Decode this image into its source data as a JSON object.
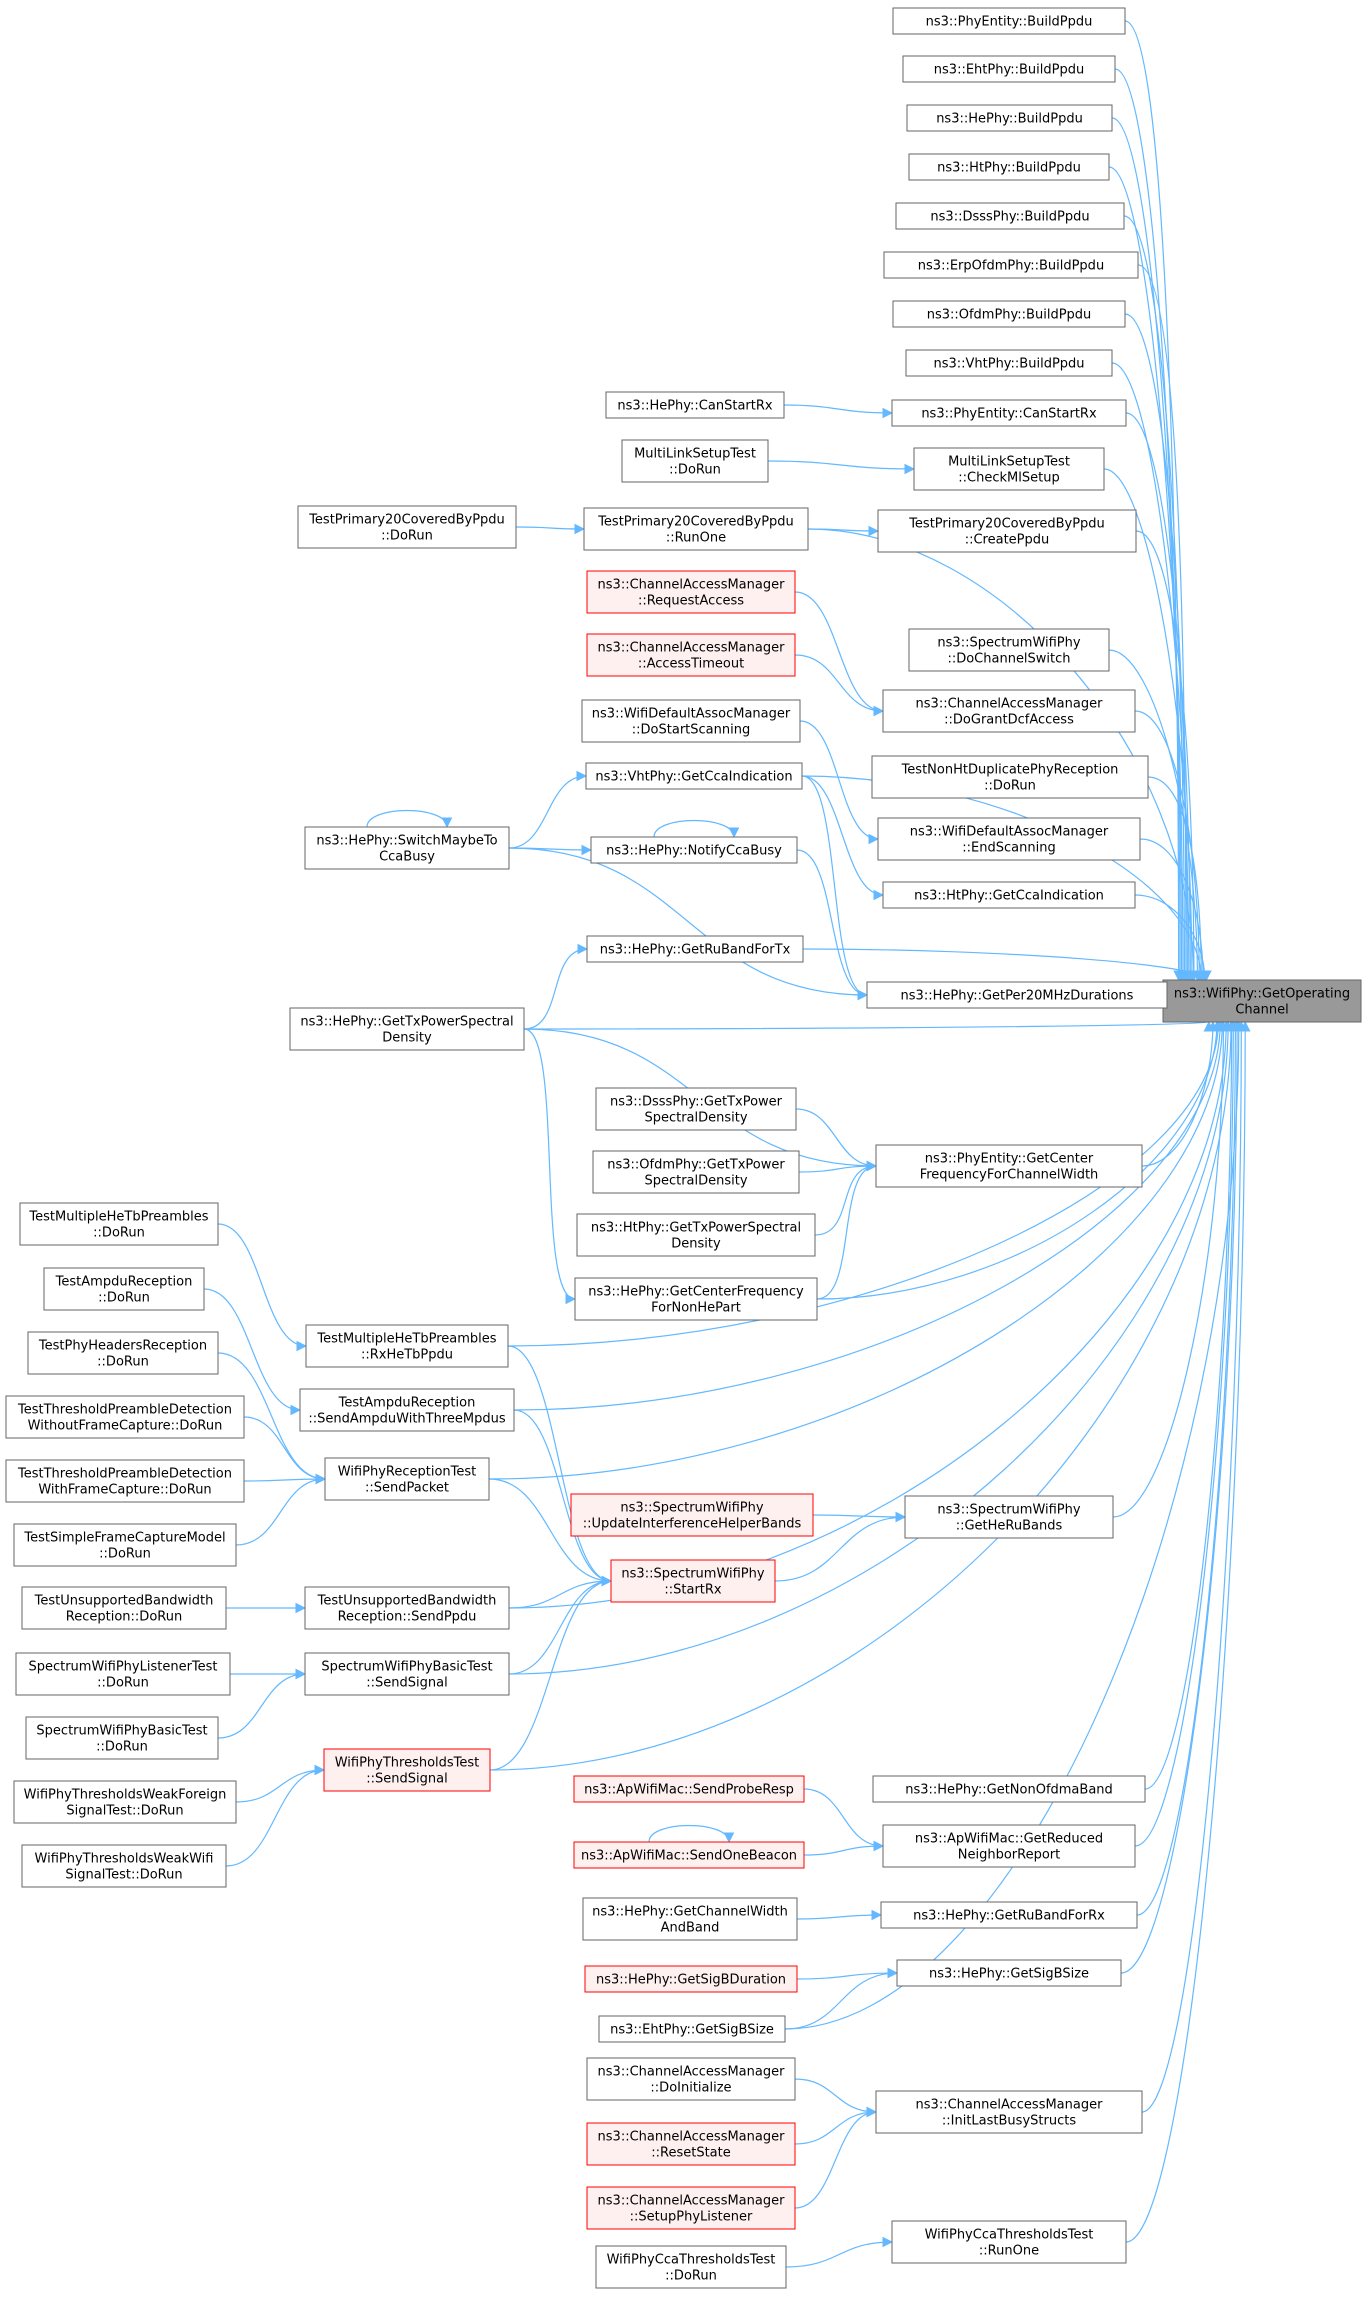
{
  "colors": {
    "edge": "#63b8ff",
    "node_border": "#666666",
    "node_fill": "#ffffff",
    "partial_border": "#ff0000",
    "partial_fill": "#fff0f0",
    "focus_fill": "#999999",
    "focus_border": "#666666"
  },
  "nodes": [
    {
      "id": "target",
      "lines": [
        "ns3::WifiPhy::GetOperating",
        "Channel"
      ],
      "style": "focus"
    },
    {
      "id": "c1",
      "lines": [
        "ns3::PhyEntity::BuildPpdu"
      ]
    },
    {
      "id": "c2",
      "lines": [
        "ns3::EhtPhy::BuildPpdu"
      ]
    },
    {
      "id": "c3",
      "lines": [
        "ns3::HePhy::BuildPpdu"
      ]
    },
    {
      "id": "c4",
      "lines": [
        "ns3::HtPhy::BuildPpdu"
      ]
    },
    {
      "id": "c5",
      "lines": [
        "ns3::DsssPhy::BuildPpdu"
      ]
    },
    {
      "id": "c6",
      "lines": [
        "ns3::ErpOfdmPhy::BuildPpdu"
      ]
    },
    {
      "id": "c7",
      "lines": [
        "ns3::OfdmPhy::BuildPpdu"
      ]
    },
    {
      "id": "c8",
      "lines": [
        "ns3::VhtPhy::BuildPpdu"
      ]
    },
    {
      "id": "c9",
      "lines": [
        "ns3::PhyEntity::CanStartRx"
      ]
    },
    {
      "id": "c10",
      "lines": [
        "MultiLinkSetupTest",
        "::CheckMlSetup"
      ]
    },
    {
      "id": "c11",
      "lines": [
        "TestPrimary20CoveredByPpdu",
        "::CreatePpdu"
      ]
    },
    {
      "id": "c12",
      "lines": [
        "ns3::SpectrumWifiPhy",
        "::DoChannelSwitch"
      ]
    },
    {
      "id": "c13",
      "lines": [
        "ns3::ChannelAccessManager",
        "::DoGrantDcfAccess"
      ]
    },
    {
      "id": "c14",
      "lines": [
        "TestNonHtDuplicatePhyReception",
        "::DoRun"
      ]
    },
    {
      "id": "c15",
      "lines": [
        "ns3::WifiDefaultAssocManager",
        "::EndScanning"
      ]
    },
    {
      "id": "c16",
      "lines": [
        "ns3::HtPhy::GetCcaIndication"
      ]
    },
    {
      "id": "c17",
      "lines": [
        "ns3::HePhy::GetPer20MHzDurations"
      ]
    },
    {
      "id": "c18",
      "lines": [
        "ns3::PhyEntity::GetCenter",
        "FrequencyForChannelWidth"
      ]
    },
    {
      "id": "c19",
      "lines": [
        "ns3::SpectrumWifiPhy",
        "::GetHeRuBands"
      ]
    },
    {
      "id": "c20",
      "lines": [
        "ns3::HePhy::GetNonOfdmaBand"
      ]
    },
    {
      "id": "c21",
      "lines": [
        "ns3::ApWifiMac::GetReduced",
        "NeighborReport"
      ]
    },
    {
      "id": "c22",
      "lines": [
        "ns3::HePhy::GetRuBandForRx"
      ]
    },
    {
      "id": "c23",
      "lines": [
        "ns3::HePhy::GetSigBSize"
      ]
    },
    {
      "id": "c24",
      "lines": [
        "ns3::ChannelAccessManager",
        "::InitLastBusyStructs"
      ]
    },
    {
      "id": "c25",
      "lines": [
        "WifiPhyCcaThresholdsTest",
        "::RunOne"
      ]
    },
    {
      "id": "m1",
      "lines": [
        "ns3::HePhy::CanStartRx"
      ]
    },
    {
      "id": "m2",
      "lines": [
        "MultiLinkSetupTest",
        "::DoRun"
      ]
    },
    {
      "id": "m3",
      "lines": [
        "TestPrimary20CoveredByPpdu",
        "::RunOne"
      ]
    },
    {
      "id": "m4",
      "lines": [
        "ns3::ChannelAccessManager",
        "::RequestAccess"
      ],
      "style": "partial"
    },
    {
      "id": "m5",
      "lines": [
        "ns3::ChannelAccessManager",
        "::AccessTimeout"
      ],
      "style": "partial"
    },
    {
      "id": "m6",
      "lines": [
        "ns3::WifiDefaultAssocManager",
        "::DoStartScanning"
      ]
    },
    {
      "id": "m7",
      "lines": [
        "ns3::VhtPhy::GetCcaIndication"
      ]
    },
    {
      "id": "m8",
      "lines": [
        "ns3::HePhy::NotifyCcaBusy"
      ]
    },
    {
      "id": "m9",
      "lines": [
        "ns3::HePhy::GetRuBandForTx"
      ]
    },
    {
      "id": "m10",
      "lines": [
        "ns3::DsssPhy::GetTxPower",
        "SpectralDensity"
      ]
    },
    {
      "id": "m11",
      "lines": [
        "ns3::OfdmPhy::GetTxPower",
        "SpectralDensity"
      ]
    },
    {
      "id": "m12",
      "lines": [
        "ns3::HtPhy::GetTxPowerSpectral",
        "Density"
      ]
    },
    {
      "id": "m13",
      "lines": [
        "ns3::HePhy::GetCenterFrequency",
        "ForNonHePart"
      ]
    },
    {
      "id": "m14",
      "lines": [
        "ns3::SpectrumWifiPhy",
        "::UpdateInterferenceHelperBands"
      ],
      "style": "partial"
    },
    {
      "id": "m15",
      "lines": [
        "ns3::SpectrumWifiPhy",
        "::StartRx"
      ],
      "style": "partial"
    },
    {
      "id": "m16",
      "lines": [
        "ns3::ApWifiMac::SendProbeResp"
      ],
      "style": "partial"
    },
    {
      "id": "m17",
      "lines": [
        "ns3::ApWifiMac::SendOneBeacon"
      ],
      "style": "partial"
    },
    {
      "id": "m18",
      "lines": [
        "ns3::HePhy::GetChannelWidth",
        "AndBand"
      ]
    },
    {
      "id": "m19",
      "lines": [
        "ns3::HePhy::GetSigBDuration"
      ],
      "style": "partial"
    },
    {
      "id": "m20",
      "lines": [
        "ns3::EhtPhy::GetSigBSize"
      ]
    },
    {
      "id": "m21",
      "lines": [
        "ns3::ChannelAccessManager",
        "::DoInitialize"
      ]
    },
    {
      "id": "m22",
      "lines": [
        "ns3::ChannelAccessManager",
        "::ResetState"
      ],
      "style": "partial"
    },
    {
      "id": "m23",
      "lines": [
        "ns3::ChannelAccessManager",
        "::SetupPhyListener"
      ],
      "style": "partial"
    },
    {
      "id": "m24",
      "lines": [
        "WifiPhyCcaThresholdsTest",
        "::DoRun"
      ]
    },
    {
      "id": "l1",
      "lines": [
        "TestPrimary20CoveredByPpdu",
        "::DoRun"
      ]
    },
    {
      "id": "l2",
      "lines": [
        "ns3::HePhy::SwitchMaybeTo",
        "CcaBusy"
      ]
    },
    {
      "id": "l3",
      "lines": [
        "ns3::HePhy::GetTxPowerSpectral",
        "Density"
      ]
    },
    {
      "id": "l4",
      "lines": [
        "TestMultipleHeTbPreambles",
        "::RxHeTbPpdu"
      ]
    },
    {
      "id": "l5",
      "lines": [
        "TestAmpduReception",
        "::SendAmpduWithThreeMpdus"
      ]
    },
    {
      "id": "l6",
      "lines": [
        "WifiPhyReceptionTest",
        "::SendPacket"
      ]
    },
    {
      "id": "l7",
      "lines": [
        "TestUnsupportedBandwidth",
        "Reception::SendPpdu"
      ]
    },
    {
      "id": "l8",
      "lines": [
        "SpectrumWifiPhyBasicTest",
        "::SendSignal"
      ]
    },
    {
      "id": "l9",
      "lines": [
        "WifiPhyThresholdsTest",
        "::SendSignal"
      ],
      "style": "partial"
    },
    {
      "id": "f1",
      "lines": [
        "TestMultipleHeTbPreambles",
        "::DoRun"
      ]
    },
    {
      "id": "f2",
      "lines": [
        "TestAmpduReception",
        "::DoRun"
      ]
    },
    {
      "id": "f3",
      "lines": [
        "TestPhyHeadersReception",
        "::DoRun"
      ]
    },
    {
      "id": "f4",
      "lines": [
        "TestThresholdPreambleDetection",
        "WithoutFrameCapture::DoRun"
      ]
    },
    {
      "id": "f5",
      "lines": [
        "TestThresholdPreambleDetection",
        "WithFrameCapture::DoRun"
      ]
    },
    {
      "id": "f6",
      "lines": [
        "TestSimpleFrameCaptureModel",
        "::DoRun"
      ]
    },
    {
      "id": "f7",
      "lines": [
        "TestUnsupportedBandwidth",
        "Reception::DoRun"
      ]
    },
    {
      "id": "f8",
      "lines": [
        "SpectrumWifiPhyListenerTest",
        "::DoRun"
      ]
    },
    {
      "id": "f9",
      "lines": [
        "SpectrumWifiPhyBasicTest",
        "::DoRun"
      ]
    },
    {
      "id": "f10",
      "lines": [
        "WifiPhyThresholdsWeakForeign",
        "SignalTest::DoRun"
      ]
    },
    {
      "id": "f11",
      "lines": [
        "WifiPhyThresholdsWeakWifi",
        "SignalTest::DoRun"
      ]
    }
  ]
}
